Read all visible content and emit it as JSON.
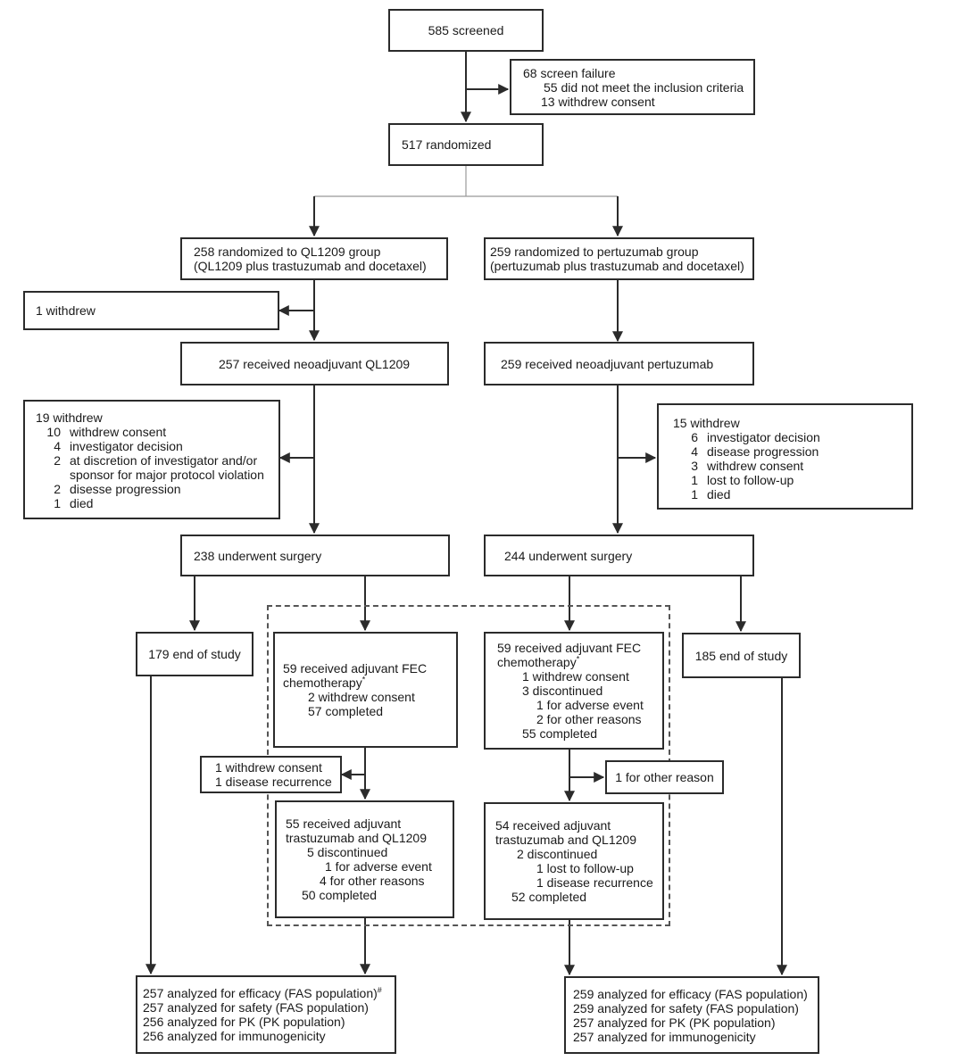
{
  "screened": "585 screened",
  "screen_failure": {
    "title": "68 screen failure",
    "items": [
      "55 did not meet the inclusion criteria",
      "13 withdrew consent"
    ]
  },
  "randomized": "517 randomized",
  "left": {
    "group": [
      "258 randomized to QL1209 group",
      "(QL1209 plus trastuzumab and docetaxel)"
    ],
    "withdrew_1": "1 withdrew",
    "received": "257 received neoadjuvant QL1209",
    "withdrew_19": {
      "title": "19 withdrew",
      "items": [
        [
          "10",
          "withdrew consent"
        ],
        [
          "4",
          "investigator decision"
        ],
        [
          "2",
          "at discretion of investigator and/or"
        ],
        [
          "",
          "sponsor for major protocol violation"
        ],
        [
          "2",
          "disesse progression"
        ],
        [
          "1",
          "died"
        ]
      ]
    },
    "surgery": "238 underwent surgery",
    "end_of_study": "179 end of study",
    "fec": {
      "title": [
        "59 received adjuvant FEC",
        "chemotherapy"
      ],
      "mark": "*",
      "items": [
        "2 withdrew consent",
        "57 completed"
      ]
    },
    "side": [
      "1 withdrew consent",
      "1 disease recurrence"
    ],
    "adjuvant": {
      "title": [
        "55 received adjuvant",
        "trastuzumab and QL1209"
      ],
      "discontinued": "5 discontinued",
      "sub": [
        "1 for adverse event",
        "4 for other reasons"
      ],
      "completed": "50 completed"
    },
    "analysis": {
      "lines": [
        "257 analyzed for efficacy (FAS population)",
        "257 analyzed for safety (FAS population)",
        "256 analyzed for PK (PK population)",
        "256 analyzed for immunogenicity"
      ],
      "mark": "#"
    }
  },
  "right": {
    "group": [
      "259 randomized to pertuzumab group",
      "(pertuzumab plus trastuzumab and docetaxel)"
    ],
    "received": "259 received neoadjuvant pertuzumab",
    "withdrew_15": {
      "title": "15 withdrew",
      "items": [
        [
          "6",
          "investigator decision"
        ],
        [
          "4",
          "disease progression"
        ],
        [
          "3",
          "withdrew consent"
        ],
        [
          "1",
          "lost to follow-up"
        ],
        [
          "1",
          "died"
        ]
      ]
    },
    "surgery": "244 underwent surgery",
    "end_of_study": "185 end of study",
    "fec": {
      "title": [
        "59 received adjuvant FEC",
        "chemotherapy"
      ],
      "mark": "*",
      "items": [
        "1 withdrew consent",
        "3 discontinued"
      ],
      "sub": [
        "1 for adverse event",
        "2 for other reasons"
      ],
      "completed": "55 completed"
    },
    "side": "1 for other reason",
    "adjuvant": {
      "title": [
        "54 received adjuvant",
        "trastuzumab and QL1209"
      ],
      "discontinued": "2 discontinued",
      "sub": [
        "1 lost to follow-up",
        "1 disease recurrence"
      ],
      "completed": "52 completed"
    },
    "analysis": {
      "lines": [
        "259 analyzed for efficacy (FAS population)",
        "259 analyzed for safety (FAS population)",
        "257 analyzed for PK (PK population)",
        "257 analyzed for immunogenicity"
      ]
    }
  }
}
